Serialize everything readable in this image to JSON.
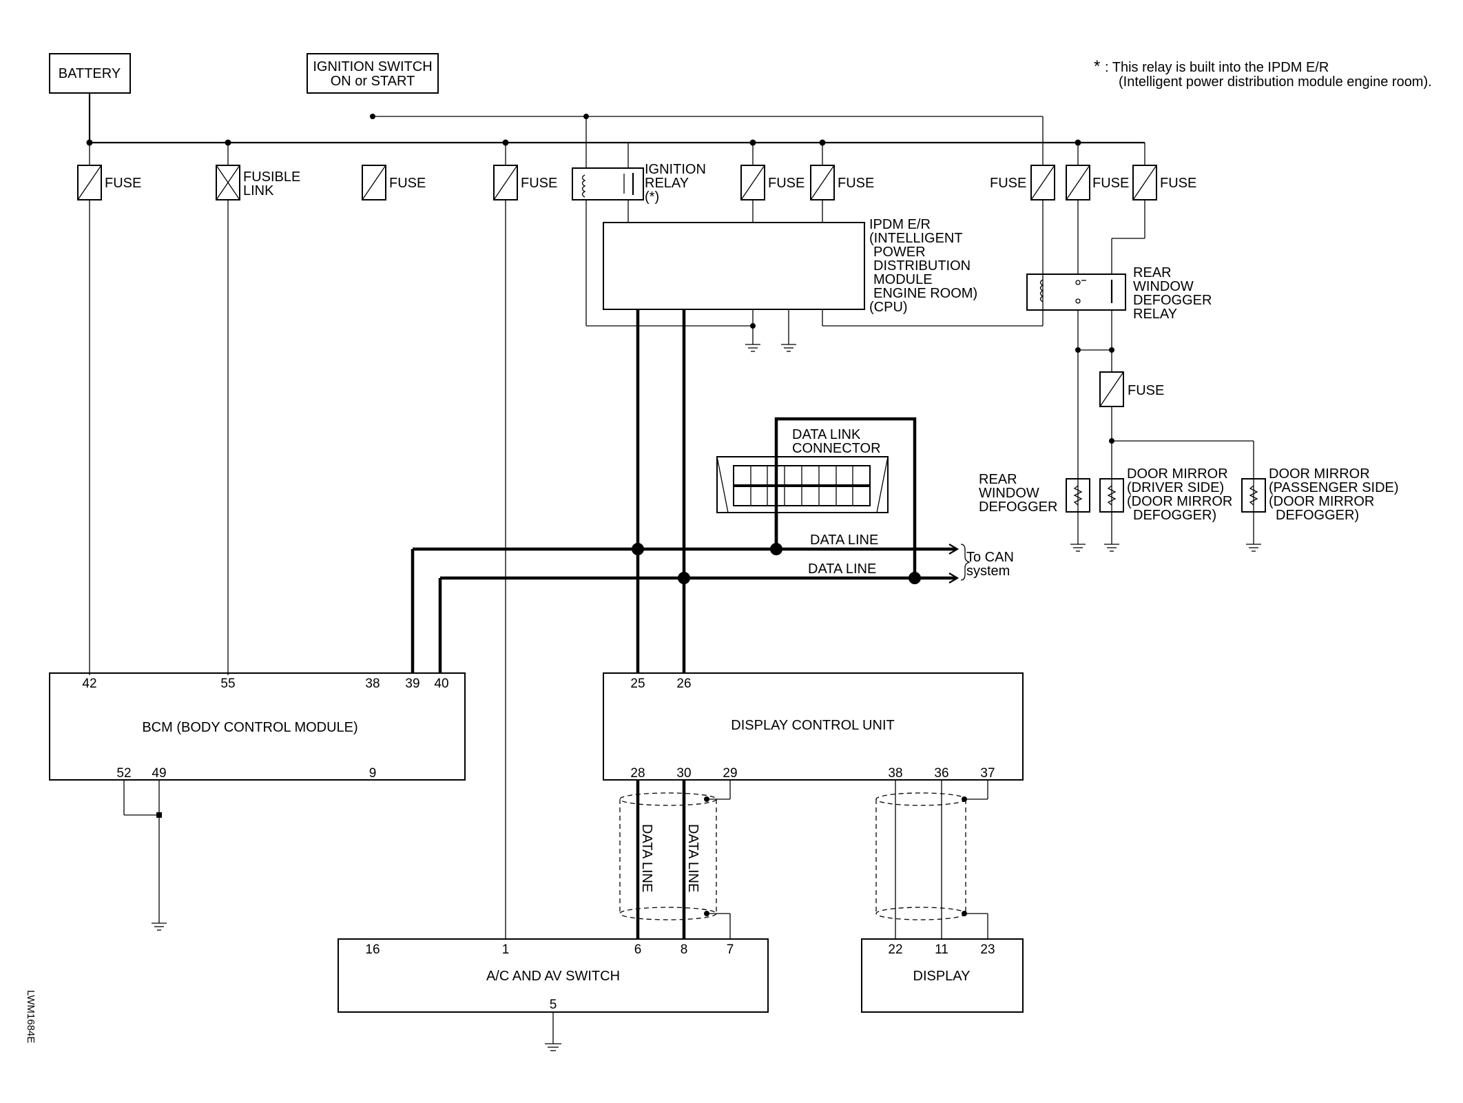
{
  "header": {
    "note_star": "*",
    "note_line1": ": This relay is built into the IPDM E/R",
    "note_line2": "(Intelligent power distribution module engine room)."
  },
  "sources": {
    "battery": "BATTERY",
    "ignition_line1": "IGNITION SWITCH",
    "ignition_line2": "ON or START"
  },
  "fuses": {
    "fuse": "FUSE",
    "fusible_line1": "FUSIBLE",
    "fusible_line2": "LINK"
  },
  "ignition_relay": {
    "line1": "IGNITION",
    "line2": "RELAY",
    "line3": "(*)"
  },
  "ipdm": {
    "line1": "IPDM E/R",
    "line2": "(INTELLIGENT",
    "line3": "POWER",
    "line4": "DISTRIBUTION",
    "line5": "MODULE",
    "line6": "ENGINE ROOM)",
    "line7": "(CPU)"
  },
  "defogger_relay": {
    "line1": "REAR",
    "line2": "WINDOW",
    "line3": "DEFOGGER",
    "line4": "RELAY"
  },
  "loads": {
    "rear_defogger": [
      "REAR",
      "WINDOW",
      "DEFOGGER"
    ],
    "mirror_driver": [
      "DOOR MIRROR",
      "(DRIVER SIDE)",
      "(DOOR MIRROR",
      "DEFOGGER)"
    ],
    "mirror_passenger": [
      "DOOR MIRROR",
      "(PASSENGER SIDE)",
      "(DOOR MIRROR",
      "DEFOGGER)"
    ]
  },
  "dlc": {
    "line1": "DATA LINK",
    "line2": "CONNECTOR"
  },
  "can": {
    "data_line": "DATA LINE",
    "to_can_line1": "To CAN",
    "to_can_line2": "system"
  },
  "bcm": {
    "label": "BCM (BODY CONTROL MODULE)",
    "pins_top": [
      "42",
      "55",
      "38",
      "39",
      "40"
    ],
    "pins_bottom": [
      "52",
      "49",
      "9"
    ]
  },
  "dcu": {
    "label": "DISPLAY CONTROL UNIT",
    "pins_top": [
      "25",
      "26"
    ],
    "pins_bottom": [
      "28",
      "30",
      "29",
      "38",
      "36",
      "37"
    ]
  },
  "shield": {
    "data_line": "DATA LINE"
  },
  "av_switch": {
    "label": "A/C AND AV SWITCH",
    "pins_top": [
      "16",
      "1",
      "6",
      "8",
      "7"
    ],
    "pins_bottom": [
      "5"
    ]
  },
  "display": {
    "label": "DISPLAY",
    "pins_top": [
      "22",
      "11",
      "23"
    ]
  },
  "figure_id": "LWM1684E"
}
